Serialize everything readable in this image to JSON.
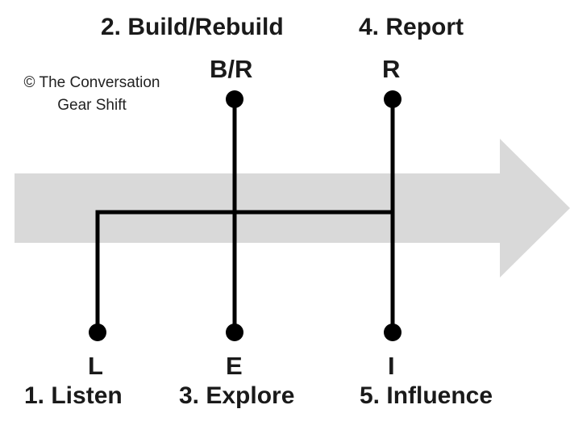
{
  "copyright": {
    "line1": "© The Conversation",
    "line2": "Gear Shift"
  },
  "stages": {
    "s1": {
      "label": "1. Listen",
      "letter": "L"
    },
    "s2": {
      "label": "2. Build/Rebuild",
      "letter": "B/R"
    },
    "s3": {
      "label": "3. Explore",
      "letter": "E"
    },
    "s4": {
      "label": "4. Report",
      "letter": "R"
    },
    "s5": {
      "label": "5. Influence",
      "letter": "I"
    }
  },
  "colors": {
    "arrow": "#d9d9d9",
    "lines": "#000000",
    "text": "#1a1a1a"
  }
}
